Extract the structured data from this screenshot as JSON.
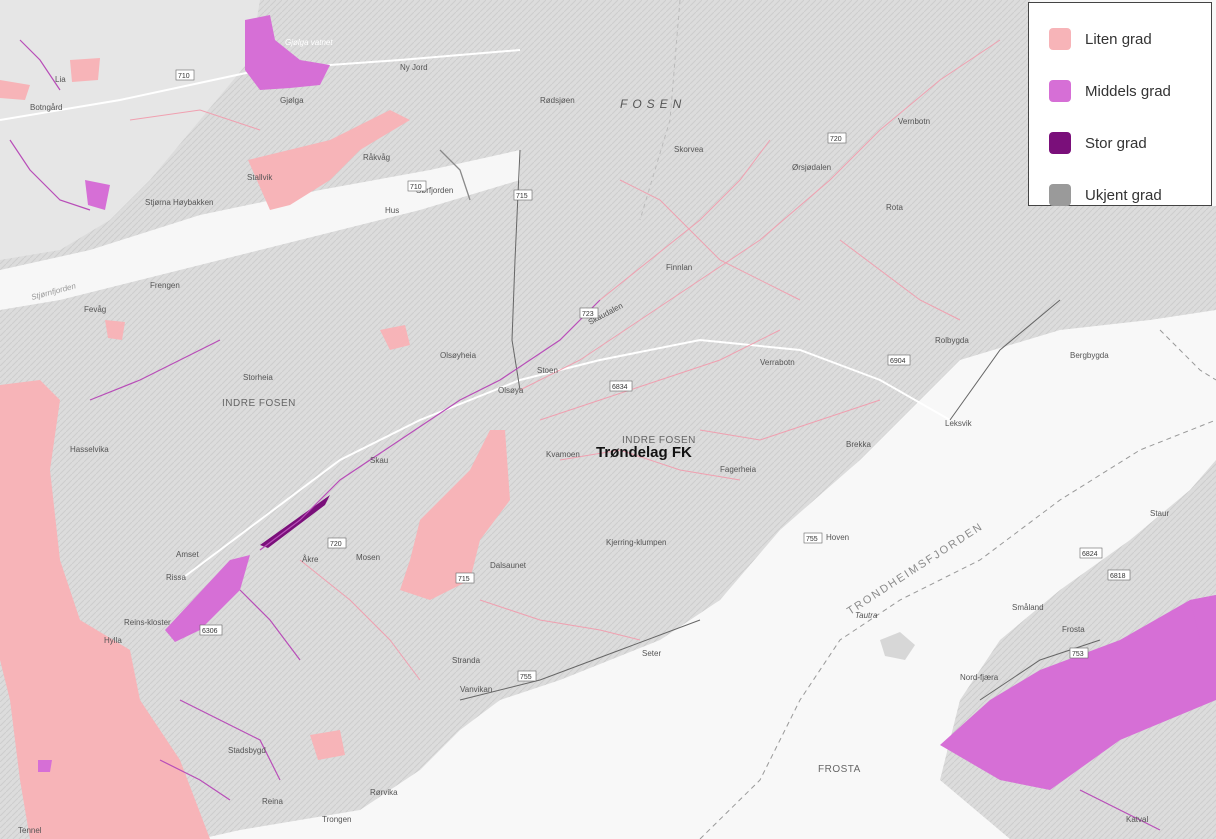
{
  "legend": {
    "items": [
      {
        "label": "Liten grad",
        "color": "#f7b4b8"
      },
      {
        "label": "Middels grad",
        "color": "#d66fd6"
      },
      {
        "label": "Stor grad",
        "color": "#7a0f7a"
      },
      {
        "label": "Ukjent grad",
        "color": "#9a9a9a"
      }
    ]
  },
  "map": {
    "region_label": "Trøndelag FK",
    "area_labels": {
      "fosen": "FOSEN",
      "indre_fosen_1": "INDRE FOSEN",
      "indre_fosen_2": "INDRE FOSEN",
      "frosta": "FROSTA"
    },
    "water_labels": {
      "trondheimsfjorden": "TRONDHEIMSFJORDEN",
      "stjornfjorden": "Stjørnfjorden",
      "gjolga": "Gjølga vatnet"
    },
    "place_labels": {
      "lia": "Lia",
      "botngard": "Botngård",
      "stjorna_heybakken": "Stjørna Høybakken",
      "gjolga": "Gjølga",
      "stallvik": "Stallvik",
      "rakvag": "Råkvåg",
      "hus": "Hus",
      "sorfjorden": "Sørfjorden",
      "ny_jord": "Ny Jord",
      "rodsjoen": "Rødsjøen",
      "skorvea": "Skorvea",
      "orsjodalen": "Ørsjødalen",
      "vernbotn": "Vernbotn",
      "rota": "Rota",
      "frengen": "Frengen",
      "fevag": "Fevåg",
      "finnlan": "Finnlan",
      "skaudalen": "Skaudalen",
      "olsoyhom": "Olsøyheia",
      "storheia": "Storheia",
      "stoen": "Stoen",
      "olsoya": "Olsøya",
      "verran_osen": "Verrabotn",
      "rolbygda": "Rolbygda",
      "bergbygda": "Bergbygda",
      "hasselvika": "Hasselvika",
      "leksvik": "Leksvik",
      "brekka": "Brekka",
      "kvamoen": "Kvamoen",
      "fagerheia": "Fagerheia",
      "skau": "Skau",
      "amset": "Amset",
      "rissa": "Rissa",
      "reinsklostret": "Reins-kloster",
      "hyllla": "Hylla",
      "ake": "Åkre",
      "mosen": "Mosen",
      "dalsaunet": "Dalsaunet",
      "kjerringklumpen": "Kjerring-klumpen",
      "hoven": "Hoven",
      "staur": "Staur",
      "smaland": "Småland",
      "frosta": "Frosta",
      "tautra": "Tautra",
      "nordfjora": "Nord-fjæra",
      "stranda": "Stranda",
      "vanvikan": "Vanvikan",
      "seter": "Seter",
      "stadsbygd": "Stadsbygd",
      "reina": "Reina",
      "rorvika": "Rørvika",
      "trongen": "Trongen",
      "tennel": "Tennel",
      "katval": "Katval"
    },
    "road_numbers": [
      "710",
      "710",
      "715",
      "720",
      "723",
      "755",
      "715",
      "6306",
      "755",
      "6824",
      "6818",
      "753",
      "720",
      "6834",
      "6904"
    ]
  }
}
